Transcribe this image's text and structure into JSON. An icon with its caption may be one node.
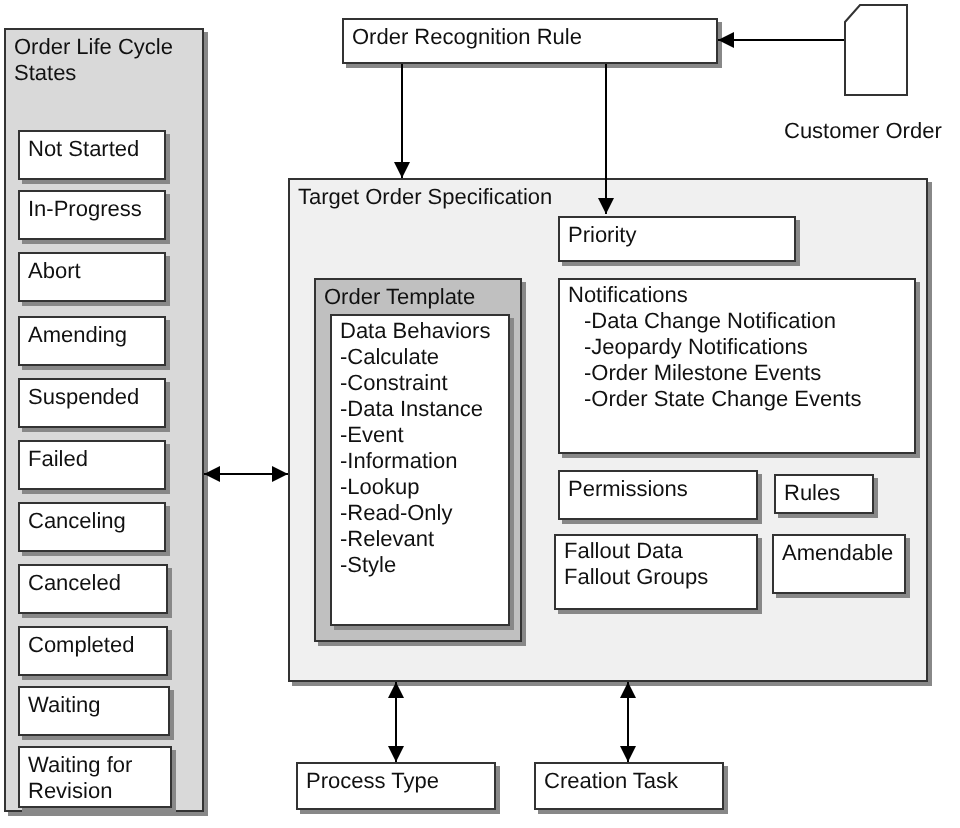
{
  "diagram": {
    "nodes": [
      {
        "text": [
          "Order Life Cycle States"
        ]
      },
      {
        "text": [
          "Not Started"
        ],
        "in": 0
      },
      {
        "text": [
          "In-Progress"
        ],
        "in": 0
      },
      {
        "text": [
          "Abort"
        ],
        "in": 0
      },
      {
        "text": [
          "Amending"
        ],
        "in": 0
      },
      {
        "text": [
          "Suspended"
        ],
        "in": 0
      },
      {
        "text": [
          "Failed"
        ],
        "in": 0
      },
      {
        "text": [
          "Canceling"
        ],
        "in": 0
      },
      {
        "text": [
          "Canceled"
        ],
        "in": 0
      },
      {
        "text": [
          "Completed"
        ],
        "in": 0
      },
      {
        "text": [
          "Waiting"
        ],
        "in": 0
      },
      {
        "text": [
          "Waiting for Revision"
        ],
        "in": 0
      },
      {
        "text": [
          "Order Recognition Rule"
        ]
      },
      {
        "text": [],
        "shape": "document",
        "beside": [
          "Customer Order"
        ]
      },
      {
        "text": [
          "Target Order Specification"
        ]
      },
      {
        "text": [
          "Priority"
        ],
        "in": 14
      },
      {
        "text": [
          "Order Template"
        ],
        "in": 14
      },
      {
        "text": [
          "Data Behaviors",
          "-Calculate",
          "-Constraint",
          "-Data Instance",
          "-Event",
          "-Information",
          "-Lookup",
          "-Read-Only",
          "-Relevant",
          "-Style"
        ],
        "in": 16
      },
      {
        "text": [
          "Notifications",
          "-Data Change Notification",
          "-Jeopardy Notifications",
          "-Order Milestone Events",
          "-Order State Change Events"
        ],
        "in": 14
      },
      {
        "text": [
          "Permissions"
        ],
        "in": 14
      },
      {
        "text": [
          "Rules"
        ],
        "in": 14
      },
      {
        "text": [
          "Fallout Data",
          "Fallout Groups"
        ],
        "in": 14
      },
      {
        "text": [
          "Amendable"
        ],
        "in": 14
      },
      {
        "text": [
          "Process Type"
        ]
      },
      {
        "text": [
          "Creation Task"
        ]
      }
    ],
    "edges": [
      {
        "from": 13,
        "to": 12,
        "arrow": "to"
      },
      {
        "from": 12,
        "to": 14,
        "arrow": "to"
      },
      {
        "from": 12,
        "to": 15,
        "arrow": "to"
      },
      {
        "from": 0,
        "to": 14,
        "arrow": "both"
      },
      {
        "from": 14,
        "to": 23,
        "arrow": "both"
      },
      {
        "from": 14,
        "to": 24,
        "arrow": "both"
      }
    ]
  }
}
